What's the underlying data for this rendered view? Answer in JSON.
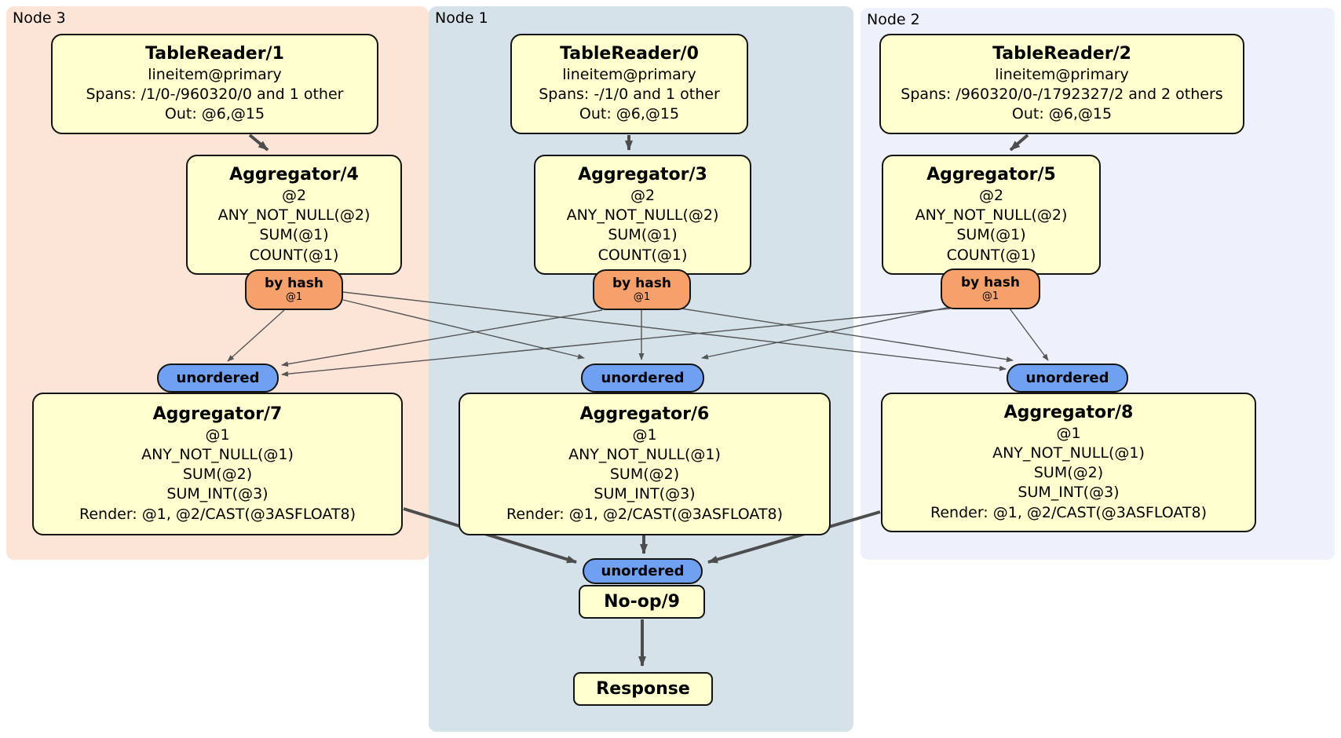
{
  "regions": {
    "node3": {
      "label": "Node 3",
      "bg": "#fce4d6"
    },
    "node1": {
      "label": "Node 1",
      "bg": "#d5e2e9"
    },
    "node2": {
      "label": "Node 2",
      "bg": "#ecf1fb"
    }
  },
  "boxes": {
    "tr1": {
      "title": "TableReader/1",
      "lines": [
        "lineitem@primary",
        "Spans: /1/0-/960320/0 and 1 other",
        "Out: @6,@15"
      ]
    },
    "tr0": {
      "title": "TableReader/0",
      "lines": [
        "lineitem@primary",
        "Spans: -/1/0 and 1 other",
        "Out: @6,@15"
      ]
    },
    "tr2": {
      "title": "TableReader/2",
      "lines": [
        "lineitem@primary",
        "Spans: /960320/0-/1792327/2 and 2 others",
        "Out: @6,@15"
      ]
    },
    "agg4": {
      "title": "Aggregator/4",
      "lines": [
        "@2",
        "ANY_NOT_NULL(@2)",
        "SUM(@1)",
        "COUNT(@1)"
      ]
    },
    "agg3": {
      "title": "Aggregator/3",
      "lines": [
        "@2",
        "ANY_NOT_NULL(@2)",
        "SUM(@1)",
        "COUNT(@1)"
      ]
    },
    "agg5": {
      "title": "Aggregator/5",
      "lines": [
        "@2",
        "ANY_NOT_NULL(@2)",
        "SUM(@1)",
        "COUNT(@1)"
      ]
    },
    "agg7": {
      "title": "Aggregator/7",
      "lines": [
        "@1",
        "ANY_NOT_NULL(@1)",
        "SUM(@2)",
        "SUM_INT(@3)",
        "Render: @1, @2/CAST(@3ASFLOAT8)"
      ]
    },
    "agg6": {
      "title": "Aggregator/6",
      "lines": [
        "@1",
        "ANY_NOT_NULL(@1)",
        "SUM(@2)",
        "SUM_INT(@3)",
        "Render: @1, @2/CAST(@3ASFLOAT8)"
      ]
    },
    "agg8": {
      "title": "Aggregator/8",
      "lines": [
        "@1",
        "ANY_NOT_NULL(@1)",
        "SUM(@2)",
        "SUM_INT(@3)",
        "Render: @1, @2/CAST(@3ASFLOAT8)"
      ]
    },
    "noop": {
      "title": "No-op/9"
    },
    "response": {
      "title": "Response"
    }
  },
  "pills": {
    "hash4": {
      "label": "by hash",
      "sublabel": "@1"
    },
    "hash3": {
      "label": "by hash",
      "sublabel": "@1"
    },
    "hash5": {
      "label": "by hash",
      "sublabel": "@1"
    },
    "un7": {
      "label": "unordered"
    },
    "un6": {
      "label": "unordered"
    },
    "un8": {
      "label": "unordered"
    },
    "unFinal": {
      "label": "unordered"
    }
  },
  "edges": [
    {
      "from": "TableReader/1",
      "to": "Aggregator/4"
    },
    {
      "from": "TableReader/0",
      "to": "Aggregator/3"
    },
    {
      "from": "TableReader/2",
      "to": "Aggregator/5"
    },
    {
      "from": "Aggregator/4 by hash @1",
      "to": "unordered (Aggregator/7)"
    },
    {
      "from": "Aggregator/4 by hash @1",
      "to": "unordered (Aggregator/6)"
    },
    {
      "from": "Aggregator/4 by hash @1",
      "to": "unordered (Aggregator/8)"
    },
    {
      "from": "Aggregator/3 by hash @1",
      "to": "unordered (Aggregator/7)"
    },
    {
      "from": "Aggregator/3 by hash @1",
      "to": "unordered (Aggregator/6)"
    },
    {
      "from": "Aggregator/3 by hash @1",
      "to": "unordered (Aggregator/8)"
    },
    {
      "from": "Aggregator/5 by hash @1",
      "to": "unordered (Aggregator/7)"
    },
    {
      "from": "Aggregator/5 by hash @1",
      "to": "unordered (Aggregator/6)"
    },
    {
      "from": "Aggregator/5 by hash @1",
      "to": "unordered (Aggregator/8)"
    },
    {
      "from": "Aggregator/7",
      "to": "unordered (No-op/9)"
    },
    {
      "from": "Aggregator/6",
      "to": "unordered (No-op/9)"
    },
    {
      "from": "Aggregator/8",
      "to": "unordered (No-op/9)"
    },
    {
      "from": "No-op/9",
      "to": "Response"
    }
  ],
  "colors": {
    "node3_bg": "#fce4d6",
    "node1_bg": "#d5e2e9",
    "node2_bg": "#ecf1fb",
    "box_bg": "#ffffcf",
    "hash_pill_bg": "#f6a16c",
    "stream_pill_bg": "#6fa0f2",
    "border": "#141414",
    "edge": "#4d4d4d"
  }
}
